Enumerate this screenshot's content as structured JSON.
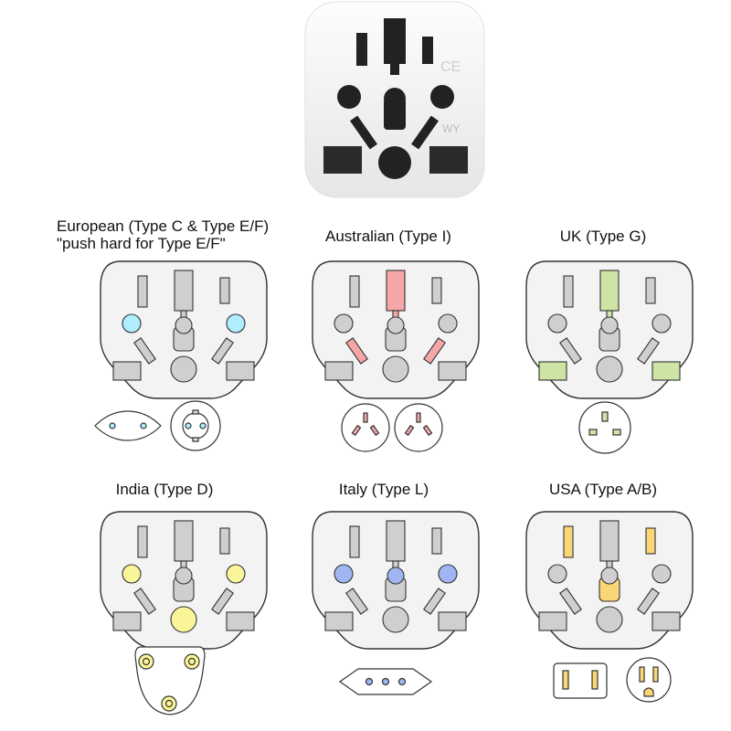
{
  "photo": {
    "markings": [
      "CE",
      "WY"
    ]
  },
  "colors": {
    "outline": "#333333",
    "face": "#f3f3f3",
    "hole_default": "#cfcfcf",
    "background": "#ffffff"
  },
  "panels": [
    {
      "id": "european",
      "title_lines": [
        "European (Type C & Type E/F)",
        "\"push hard for Type E/F\""
      ],
      "highlight": "#aeeeff",
      "holes": [
        "hole-left",
        "hole-right"
      ]
    },
    {
      "id": "australian",
      "title_lines": [
        "Australian (Type I)"
      ],
      "highlight": "#f5a7a7",
      "holes": [
        "center-top-slot",
        "diag-left",
        "diag-right"
      ]
    },
    {
      "id": "uk",
      "title_lines": [
        "UK (Type G)"
      ],
      "highlight": "#cde4a5",
      "holes": [
        "center-top-slot",
        "bottom-left",
        "bottom-right"
      ]
    },
    {
      "id": "india",
      "title_lines": [
        "India (Type D)"
      ],
      "highlight": "#fbf59a",
      "holes": [
        "hole-left",
        "hole-right",
        "bottom-center"
      ]
    },
    {
      "id": "italy",
      "title_lines": [
        "Italy (Type L)"
      ],
      "highlight": "#9fb6f3",
      "holes": [
        "hole-left",
        "keyhole-top",
        "hole-right"
      ]
    },
    {
      "id": "usa",
      "title_lines": [
        "USA (Type A/B)"
      ],
      "highlight": "#fbd676",
      "holes": [
        "top-left-slot",
        "top-right-slot",
        "keyhole-bottom"
      ]
    }
  ]
}
